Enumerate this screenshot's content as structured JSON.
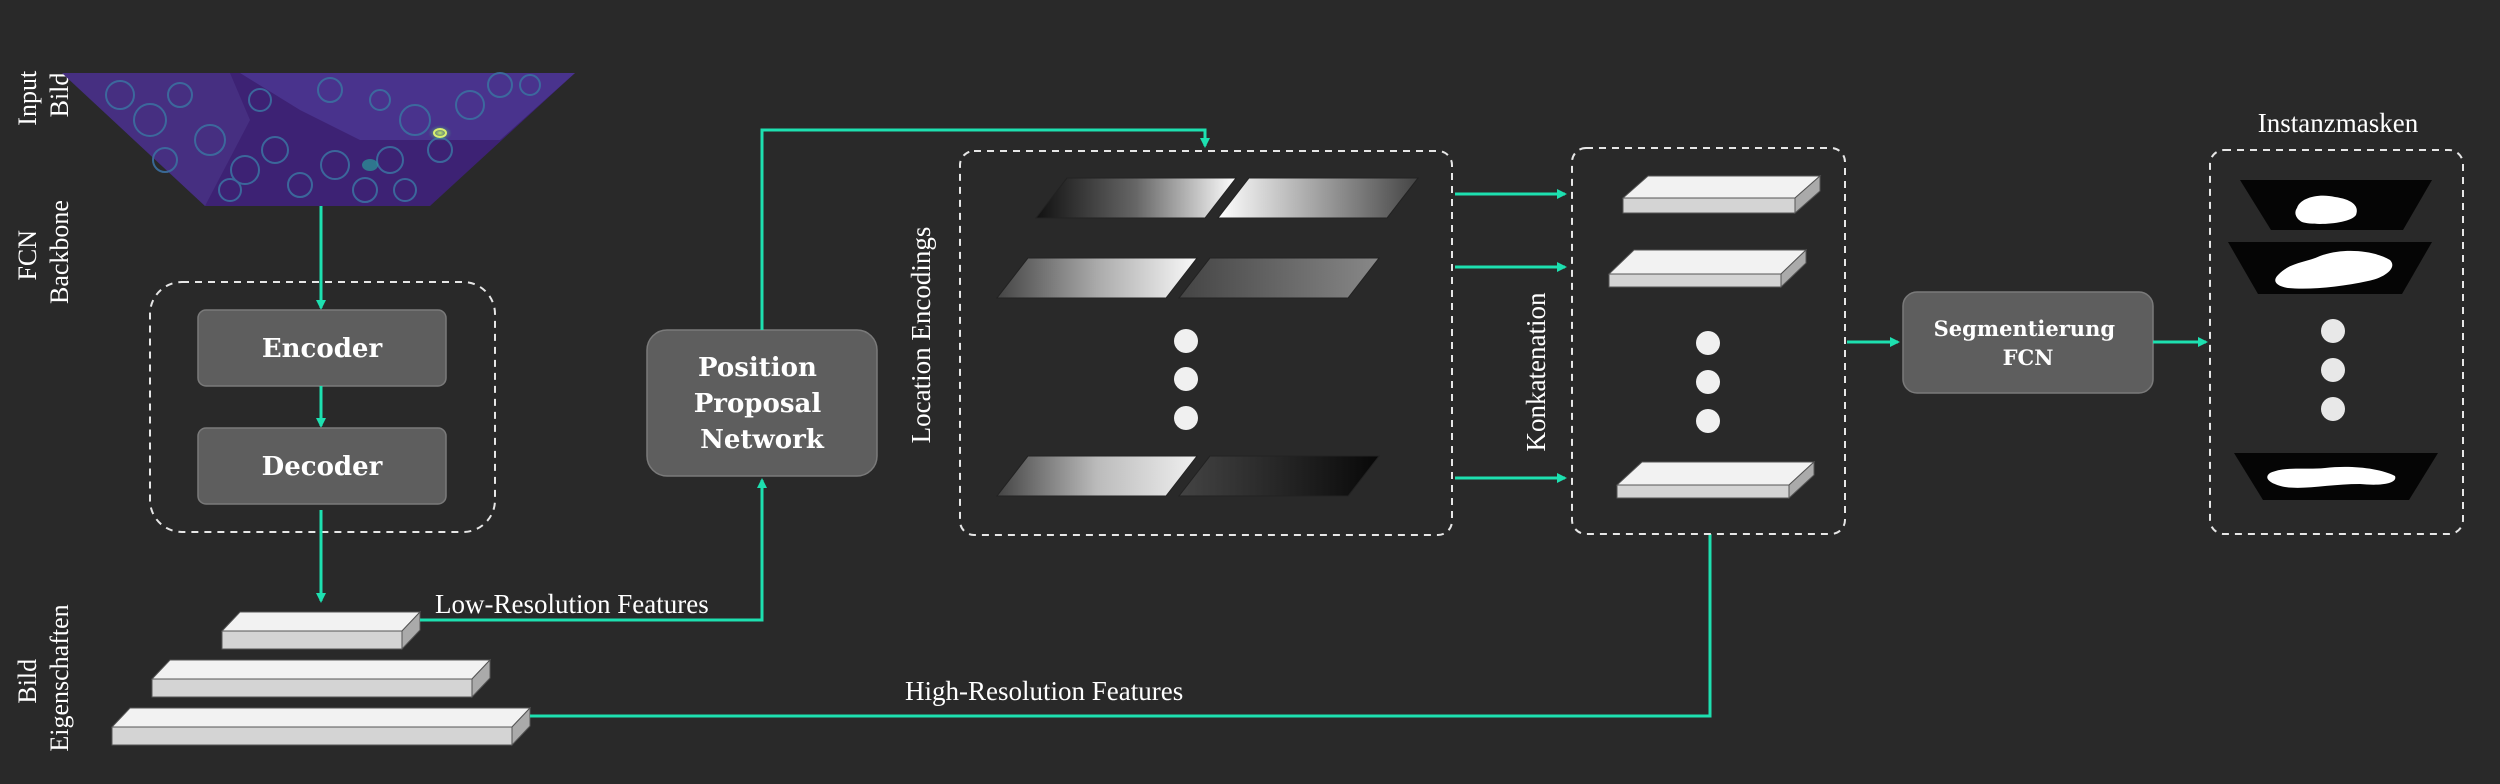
{
  "labels": {
    "input_bild": [
      "Input",
      "Bild"
    ],
    "fcn_backbone": [
      "FCN",
      "Backbone"
    ],
    "bild_eigenschaften": [
      "Bild",
      "Eigenschaften"
    ],
    "encoder": "Encoder",
    "decoder": "Decoder",
    "position_proposal": [
      "Position",
      "Proposal",
      "Network"
    ],
    "location_encodings": "Location Encodings",
    "konkatenation": "Konkatenation",
    "segmentierung": [
      "Segmentierung",
      "FCN"
    ],
    "instanzmasken": "Instanzmasken",
    "low_res": "Low-Resolution Features",
    "high_res": "High-Resolution Features"
  },
  "colors": {
    "background": "#292929",
    "accent": "#1de0b0",
    "block": "#5e5e5e",
    "input_image": "#3a1f6b"
  }
}
